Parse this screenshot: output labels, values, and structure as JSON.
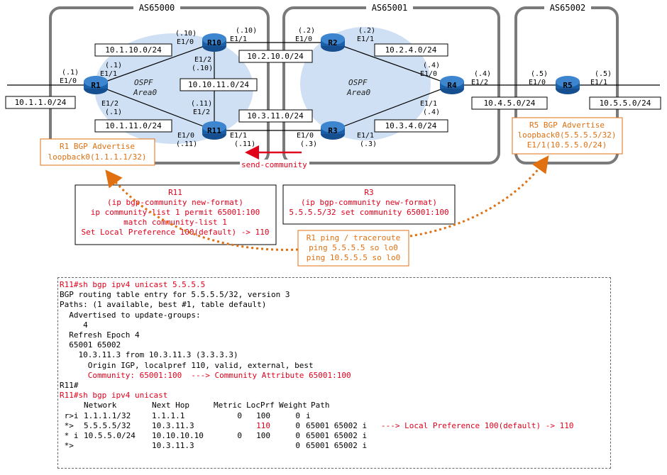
{
  "as_areas": [
    {
      "id": "as65000",
      "title": "AS65000"
    },
    {
      "id": "as65001",
      "title": "AS65001"
    },
    {
      "id": "as65002",
      "title": "AS65002"
    }
  ],
  "ospf_areas": [
    {
      "id": "left",
      "line1": "OSPF",
      "line2": "Area0"
    },
    {
      "id": "right",
      "line1": "OSPF",
      "line2": "Area0"
    }
  ],
  "routers": {
    "r1": "R1",
    "r10": "R10",
    "r11": "R11",
    "r2": "R2",
    "r3": "R3",
    "r4": "R4",
    "r5": "R5"
  },
  "subnets": {
    "s1": "10.1.1.0/24",
    "s2": "10.1.10.0/24",
    "s3": "10.10.11.0/24",
    "s4": "10.1.11.0/24",
    "s5": "10.2.10.0/24",
    "s6": "10.3.11.0/24",
    "s7": "10.2.4.0/24",
    "s8": "10.3.4.0/24",
    "s9": "10.4.5.0/24",
    "s10": "10.5.5.0/24"
  },
  "interfaces": {
    "r1_l_host": "(.1)",
    "r1_l_if": "E1/0",
    "r1_ur_host": "(.1)",
    "r1_ur_if": "E1/1",
    "r1_lr_if": "E1/2",
    "r1_lr_host": "(.1)",
    "r10_ul_host": "(.10)",
    "r10_ul_if": "E1/0",
    "r10_ur_host": "(.10)",
    "r10_ur_if": "E1/1",
    "r10_d_if": "E1/2",
    "r10_d_host": "(.10)",
    "r11_u_host": "(.11)",
    "r11_u_if": "E1/2",
    "r11_l_if": "E1/0",
    "r11_l_host": "(.11)",
    "r11_r_if": "E1/1",
    "r11_r_host": "(.11)",
    "r2_l_host": "(.2)",
    "r2_l_if": "E1/0",
    "r2_r_host": "(.2)",
    "r2_r_if": "E1/1",
    "r3_l_if": "E1/0",
    "r3_l_host": "(.3)",
    "r3_r_if": "E1/1",
    "r3_r_host": "(.3)",
    "r4_u_host": "(.4)",
    "r4_u_if": "E1/0",
    "r4_r_host": "(.4)",
    "r4_r_if": "E1/2",
    "r4_d_if": "E1/1",
    "r4_d_host": "(.4)",
    "r5_l_host": "(.5)",
    "r5_l_if": "E1/0",
    "r5_r_host": "(.5)",
    "r5_r_if": "E1/1"
  },
  "send_community": "send-community",
  "notes": {
    "r1_adv": [
      "R1 BGP Advertise",
      "loopback0(1.1.1.1/32)"
    ],
    "r5_adv": [
      "R5 BGP Advertise",
      "loopback0(5.5.5.5/32)",
      "E1/1(10.5.5.0/24)"
    ],
    "r11_cfg": [
      "R11",
      "(ip bgp-community new-format)",
      "ip community-list 1 permit 65001:100",
      "match community-list 1",
      "Set Local Preference 100(default) -> 110"
    ],
    "r3_cfg": [
      "R3",
      "(ip bgp-community new-format)",
      "5.5.5.5/32 set community 65001:100"
    ],
    "ping": [
      "R1 ping / traceroute",
      "ping 5.5.5.5 so lo0",
      "ping 10.5.5.5 so lo0"
    ]
  },
  "colors": {
    "as_border": "#7a7a7a",
    "ospf_fill": "#cfe0f4",
    "red": "#e0001b",
    "orange": "#e07010",
    "router": "#1a5fa8"
  },
  "cli": {
    "cmd1": "R11#sh bgp ipv4 unicast 5.5.5.5",
    "l2": "BGP routing table entry for 5.5.5.5/32, version 3",
    "l3": "Paths: (1 available, best #1, table default)",
    "l4": "  Advertised to update-groups:",
    "l5": "     4",
    "l6": "  Refresh Epoch 4",
    "l7": "  65001 65002",
    "l8": "    10.3.11.3 from 10.3.11.3 (3.3.3.3)",
    "l9": "      Origin IGP, localpref 110, valid, external, best",
    "l10": "      Community: 65001:100  ---> Community Attribute 65001:100",
    "prompt": "R11#",
    "cmd2": "R11#sh bgp ipv4 unicast",
    "headers": [
      "Network",
      "Next Hop",
      "Metric",
      "LocPrf",
      "Weight",
      "Path"
    ],
    "rows": [
      {
        "status": " r>i",
        "network": "1.1.1.1/32",
        "nexthop": "1.1.1.1",
        "metric": "0",
        "locprf": "100",
        "weight": "0",
        "path": "i",
        "note": ""
      },
      {
        "status": " *>",
        "network": "5.5.5.5/32",
        "nexthop": "10.3.11.3",
        "metric": "",
        "locprf": "110",
        "weight": "0",
        "path": "65001 65002 i",
        "note": "---> Local Preference 100(default) -> 110"
      },
      {
        "status": " * i",
        "network": "10.5.5.0/24",
        "nexthop": "10.10.10.10",
        "metric": "0",
        "locprf": "100",
        "weight": "0",
        "path": "65001 65002 i",
        "note": ""
      },
      {
        "status": " *>",
        "network": "",
        "nexthop": "10.3.11.3",
        "metric": "",
        "locprf": "",
        "weight": "0",
        "path": "65001 65002 i",
        "note": ""
      }
    ]
  }
}
